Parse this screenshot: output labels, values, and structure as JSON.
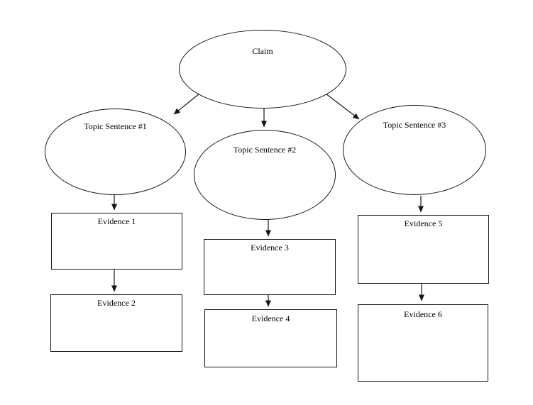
{
  "diagram": {
    "type": "graphic-organizer-flowchart",
    "colors": {
      "background": "#ffffff",
      "stroke": "#161616",
      "text": "#000000"
    },
    "nodes": {
      "claim": {
        "label": "Claim",
        "shape": "ellipse"
      },
      "topic1": {
        "label": "Topic Sentence #1",
        "shape": "ellipse"
      },
      "topic2": {
        "label": "Topic Sentence #2",
        "shape": "ellipse"
      },
      "topic3": {
        "label": "Topic Sentence #3",
        "shape": "ellipse"
      },
      "evidence1": {
        "label": "Evidence 1",
        "shape": "rect"
      },
      "evidence2": {
        "label": "Evidence 2",
        "shape": "rect"
      },
      "evidence3": {
        "label": "Evidence 3",
        "shape": "rect"
      },
      "evidence4": {
        "label": "Evidence 4",
        "shape": "rect"
      },
      "evidence5": {
        "label": "Evidence 5",
        "shape": "rect"
      },
      "evidence6": {
        "label": "Evidence 6",
        "shape": "rect"
      }
    },
    "edges": [
      {
        "from": "claim",
        "to": "topic1"
      },
      {
        "from": "claim",
        "to": "topic2"
      },
      {
        "from": "claim",
        "to": "topic3"
      },
      {
        "from": "topic1",
        "to": "evidence1"
      },
      {
        "from": "evidence1",
        "to": "evidence2"
      },
      {
        "from": "topic2",
        "to": "evidence3"
      },
      {
        "from": "evidence3",
        "to": "evidence4"
      },
      {
        "from": "topic3",
        "to": "evidence5"
      },
      {
        "from": "evidence5",
        "to": "evidence6"
      }
    ]
  }
}
